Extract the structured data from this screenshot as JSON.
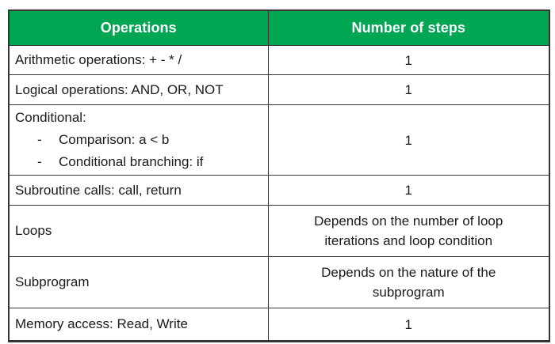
{
  "table": {
    "headers": [
      "Operations",
      "Number of steps"
    ],
    "bullet_char": "-",
    "rows": [
      {
        "operation": "Arithmetic operations: + - * /",
        "steps": "1"
      },
      {
        "operation": "Logical operations: AND, OR, NOT",
        "steps": "1"
      },
      {
        "operation": "Conditional:",
        "sub_items": [
          "Comparison: a < b",
          "Conditional branching: if"
        ],
        "steps": "1"
      },
      {
        "operation": "Subroutine calls: call, return",
        "steps": "1"
      },
      {
        "operation": "Loops",
        "steps": "Depends on the number of loop iterations and loop condition"
      },
      {
        "operation": "Subprogram",
        "steps": "Depends on the nature of the subprogram"
      },
      {
        "operation": "Memory access: Read, Write",
        "steps": "1"
      }
    ],
    "colors": {
      "header_bg": "#00a651",
      "header_text": "#ffffff",
      "border": "#353535",
      "body_text": "#1a1a1a",
      "page_bg": "#ffffff"
    }
  }
}
